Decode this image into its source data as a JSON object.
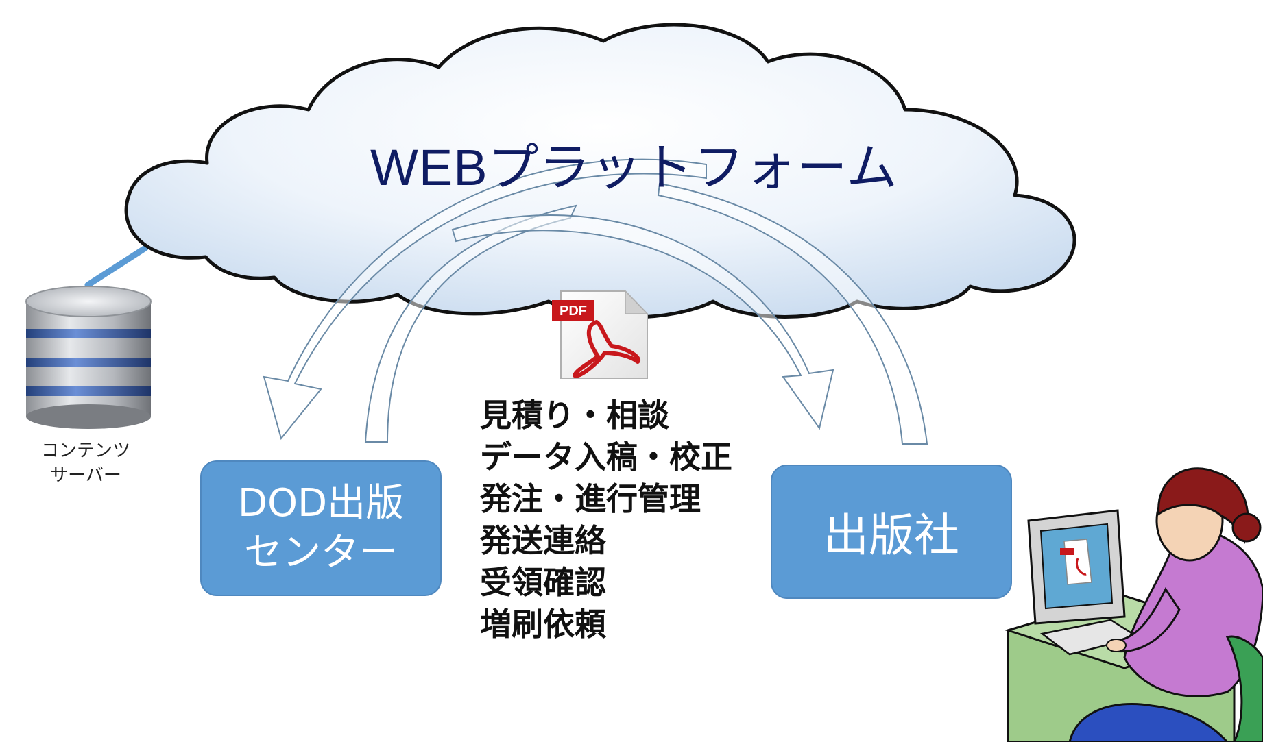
{
  "cloud": {
    "title": "WEBプラットフォーム"
  },
  "server": {
    "caption_line1": "コンテンツ",
    "caption_line2": "サーバー",
    "icon": "database-server-icon"
  },
  "dod_center": {
    "line1": "DOD出版",
    "line2": "センター"
  },
  "publisher": {
    "label": "出版社"
  },
  "document": {
    "icon": "pdf-file-icon",
    "badge": "PDF"
  },
  "steps": [
    "見積り・相談",
    "データ入稿・校正",
    "発注・進行管理",
    "発送連絡",
    "受領確認",
    "増刷依頼"
  ],
  "user": {
    "icon": "person-at-computer-icon"
  },
  "colors": {
    "cloud_outline": "#111111",
    "cloud_fill_light": "#ffffff",
    "cloud_fill_blue": "#d9e6f5",
    "box_fill": "#5b9bd5",
    "title_text": "#0f1c63",
    "arrow_outline": "#6a8aa6",
    "connector": "#5b9bd5"
  }
}
